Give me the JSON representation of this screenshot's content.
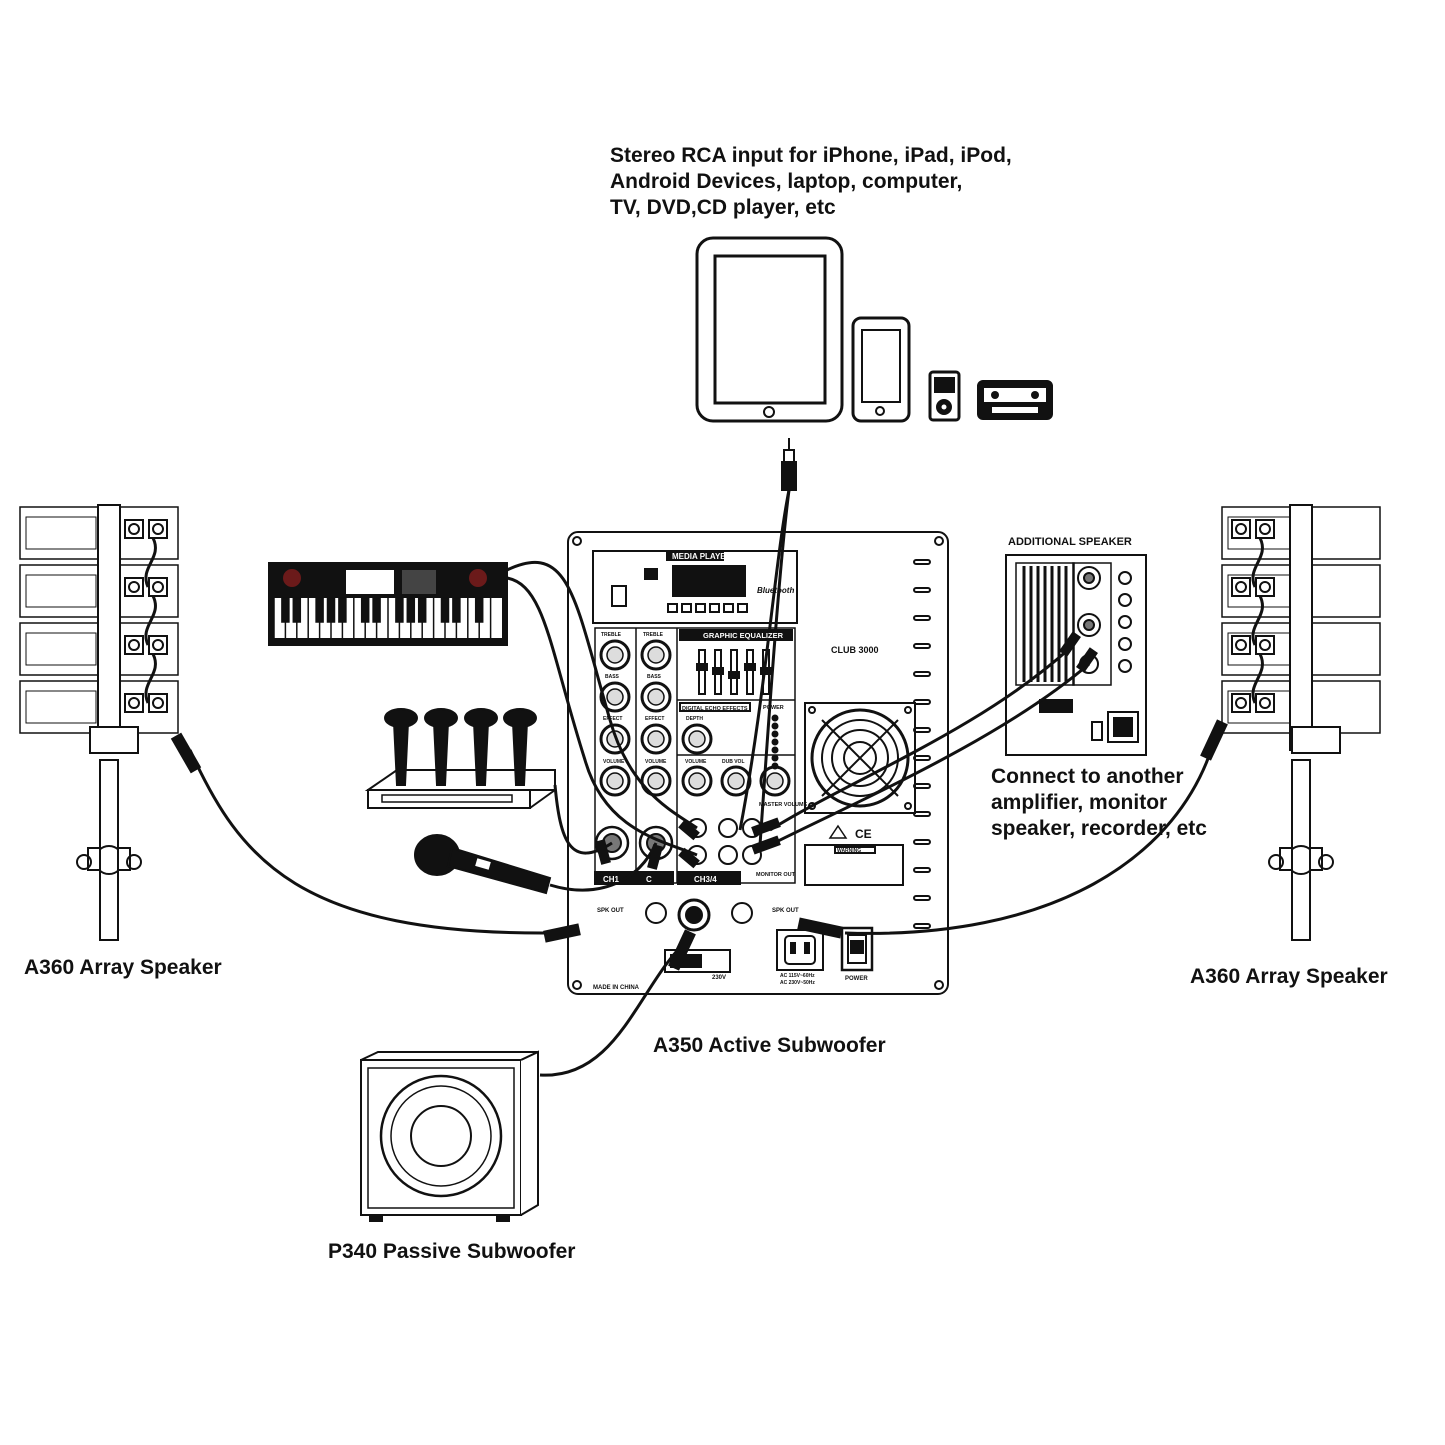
{
  "labels": {
    "sources_line1": "Stereo RCA input for iPhone, iPad, iPod,",
    "sources_line2": "Android Devices, laptop, computer,",
    "sources_line3": "TV, DVD,CD player, etc",
    "additional_speaker": "ADDITIONAL SPEAKER",
    "connect_line1": "Connect to another",
    "connect_line2": "amplifier, monitor",
    "connect_line3": "speaker, recorder, etc",
    "left_array": "A360 Array Speaker",
    "right_array": "A360 Array Speaker",
    "active_sub": "A350 Active Subwoofer",
    "passive_sub": "P340 Passive Subwoofer"
  },
  "panel": {
    "media_player": "MEDIA PLAYER",
    "bluetooth": "Bluetooth",
    "graphic_eq": "GRAPHIC EQUALIZER",
    "digital_echo": "DIGITAL ECHO EFFECTS",
    "model": "CLUB 3000",
    "ch1": "CH1",
    "ch2": "C",
    "ch34": "CH3/4",
    "monitor_out": "MONITOR OUT",
    "master_volume": "MASTER VOLUME",
    "power_label": "POWER",
    "spk_out_left": "SPK OUT",
    "spk_out_right": "SPK OUT",
    "made_in": "MADE IN CHINA",
    "warning": "WARNING",
    "ac_line1": "AC 115V~60Hz",
    "ac_line2": "AC 230V~50Hz",
    "voltage": "230V",
    "ce": "CE",
    "treble": "TREBLE",
    "bass": "BASS",
    "effect": "EFFECT",
    "volume": "VOLUME",
    "depth": "DEPTH",
    "dub_vol": "DUB VOL"
  },
  "colors": {
    "line": "#111111",
    "fill": "#ffffff",
    "dark": "#1a1a1a"
  }
}
